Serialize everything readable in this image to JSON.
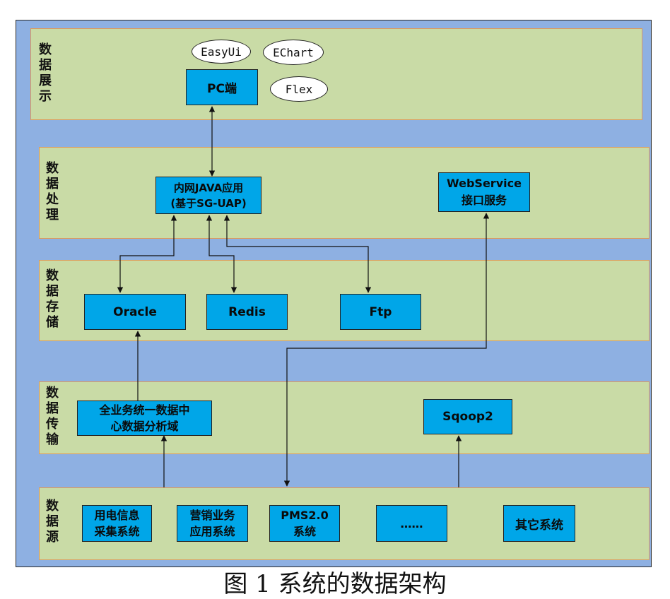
{
  "layers": {
    "display": {
      "label": "数据展示"
    },
    "process": {
      "label": "数据处理"
    },
    "storage": {
      "label": "数据存储"
    },
    "transfer": {
      "label": "数据传输"
    },
    "source": {
      "label": "数据源"
    }
  },
  "boxes": {
    "pc": "PC端",
    "java_app": "内网JAVA应用\n(基于SG-UAP)",
    "webservice": "WebService\n接口服务",
    "oracle": "Oracle",
    "redis": "Redis",
    "ftp": "Ftp",
    "center": "全业务统一数据中\n心数据分析域",
    "sqoop": "Sqoop2",
    "src_power": "用电信息\n采集系统",
    "src_marketing": "营销业务\n应用系统",
    "src_pms": "PMS2.0\n系统",
    "src_more": "……",
    "src_other": "其它系统"
  },
  "ovals": {
    "easyui": "EasyUi",
    "echart": "EChart",
    "flex": "Flex"
  },
  "caption": "图 1 系统的数据架构",
  "colors": {
    "frame": "#8eb0e2",
    "layer": "#c9dba6",
    "layer_border": "#e09a58",
    "box": "#00a6e8"
  }
}
